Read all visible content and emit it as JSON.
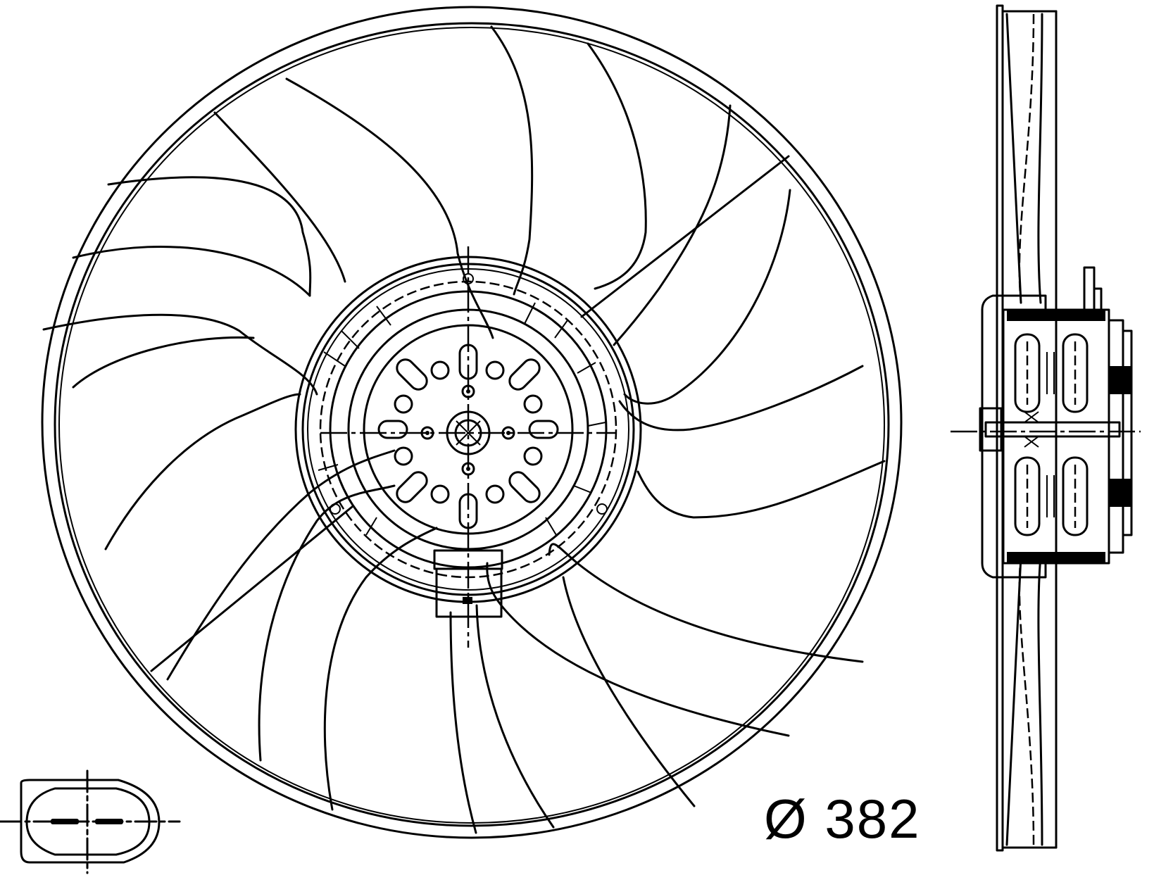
{
  "drawing": {
    "type": "technical line drawing",
    "subject": "radiator cooling fan with motor",
    "views": [
      {
        "name": "front-view",
        "blade_count": 11,
        "description": "fan impeller with shroud ring, hub with mounting holes and electrical connector"
      },
      {
        "name": "side-section-view",
        "description": "cross-section of blade ring, motor housing, stator windings and shaft"
      },
      {
        "name": "connector-detail",
        "description": "oval two-pin plug face"
      }
    ],
    "dimension": {
      "symbol": "Ø",
      "value": "382",
      "label": "Ø 382"
    },
    "colors": {
      "line": "#000000",
      "background": "#ffffff"
    }
  }
}
